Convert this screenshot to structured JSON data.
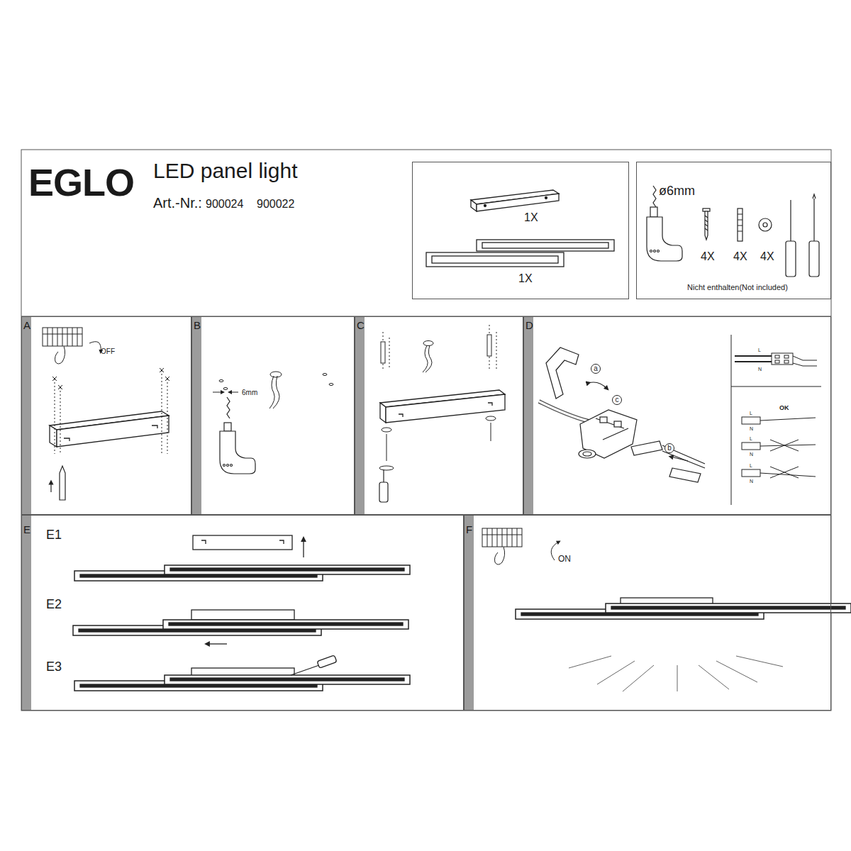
{
  "diagram": {
    "title": "LED panel light",
    "nodes": [
      {
        "text": [
          "1X",
          "1X"
        ]
      },
      {
        "text": [
          "ø6mm",
          "4X",
          "4X",
          "4X",
          "Nicht enthalten(Not included)"
        ]
      },
      {
        "text": [
          "A",
          "OFF"
        ]
      },
      {
        "text": [
          "B",
          "6mm"
        ]
      },
      {
        "text": [
          "C"
        ]
      },
      {
        "text": [
          "D",
          "a",
          "c",
          "b",
          "L",
          "N",
          "OK",
          "L",
          "N",
          "L",
          "N",
          "L",
          "N"
        ]
      },
      {
        "text": [
          "E",
          "E1",
          "E2",
          "E3"
        ]
      },
      {
        "text": [
          "F",
          "ON"
        ]
      }
    ],
    "labels": [
      "EGLO",
      "Art.-Nr.:",
      "900024",
      "900022"
    ]
  }
}
